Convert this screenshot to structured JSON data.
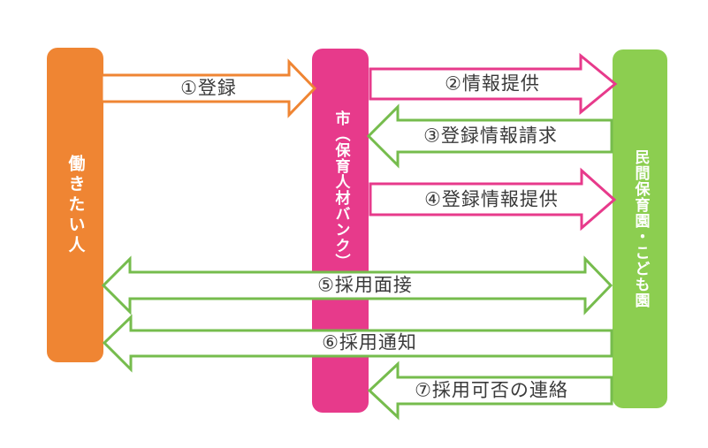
{
  "diagram": {
    "type": "flow-diagram",
    "entities": [
      {
        "id": "worker",
        "label": "働きたい人",
        "color": "#EF8533"
      },
      {
        "id": "city",
        "label": "市（保育人材バンク）",
        "color": "#E73A8B"
      },
      {
        "id": "nursery",
        "label": "民間保育園・こども園",
        "color": "#8CCE50"
      }
    ],
    "flows": [
      {
        "label": "①登録",
        "from": "worker",
        "to": "city",
        "direction": "right",
        "color": "#EF8533"
      },
      {
        "label": "②情報提供",
        "from": "city",
        "to": "nursery",
        "direction": "right",
        "color": "#E73A8B"
      },
      {
        "label": "③登録情報請求",
        "from": "nursery",
        "to": "city",
        "direction": "left",
        "color": "#76BC4D"
      },
      {
        "label": "④登録情報提供",
        "from": "city",
        "to": "nursery",
        "direction": "right",
        "color": "#E73A8B"
      },
      {
        "label": "⑤採用面接",
        "from": "worker",
        "to": "nursery",
        "direction": "both",
        "color": "#76BC4D"
      },
      {
        "label": "⑥採用通知",
        "from": "nursery",
        "to": "worker",
        "direction": "left",
        "color": "#76BC4D"
      },
      {
        "label": "⑦採用可否の連絡",
        "from": "nursery",
        "to": "city",
        "direction": "left",
        "color": "#76BC4D"
      }
    ],
    "colors": {
      "orange": "#EF8533",
      "pink": "#E73A8B",
      "green_bar": "#8CCE50",
      "green_arrow": "#76BC4D",
      "label_text": "#3a3a3a",
      "bar_text": "#ffffff"
    }
  }
}
